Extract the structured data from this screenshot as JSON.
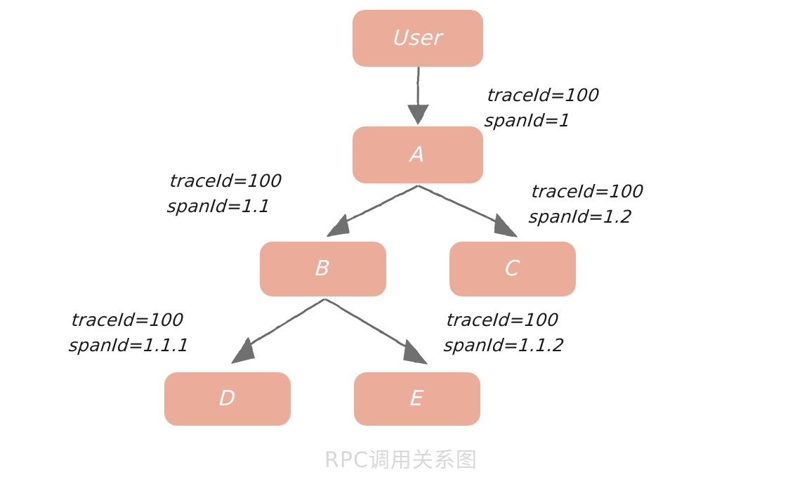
{
  "diagram": {
    "caption": "RPC调用关系图",
    "background": "#ffffff",
    "node_fill": "#EBAC9A",
    "node_text_color": "#ffffff",
    "arrow_color": "#6b6b6b",
    "label_text_color": "#1b1b1b",
    "caption_color": "#d8d8d8",
    "nodes": [
      {
        "id": "user",
        "label": "User"
      },
      {
        "id": "a",
        "label": "A"
      },
      {
        "id": "b",
        "label": "B"
      },
      {
        "id": "c",
        "label": "C"
      },
      {
        "id": "d",
        "label": "D"
      },
      {
        "id": "e",
        "label": "E"
      }
    ],
    "edges": [
      {
        "id": "user-a",
        "from": "User",
        "to": "A",
        "trace_line": "traceId=100",
        "span_line": "spanId=1"
      },
      {
        "id": "a-b",
        "from": "A",
        "to": "B",
        "trace_line": "traceId=100",
        "span_line": "spanId=1.1"
      },
      {
        "id": "a-c",
        "from": "A",
        "to": "C",
        "trace_line": "traceId=100",
        "span_line": "spanId=1.2"
      },
      {
        "id": "b-d",
        "from": "B",
        "to": "D",
        "trace_line": "traceId=100",
        "span_line": "spanId=1.1.1"
      },
      {
        "id": "b-e",
        "from": "B",
        "to": "E",
        "trace_line": "traceId=100",
        "span_line": "spanId=1.1.2"
      }
    ]
  }
}
